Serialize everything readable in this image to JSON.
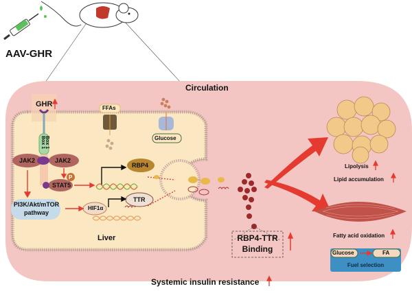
{
  "injection": {
    "label": "AAV-GHR"
  },
  "circulation": {
    "label": "Circulation"
  },
  "liver": {
    "label": "Liver",
    "receptor": {
      "label": "GHR",
      "trend": "up"
    },
    "box_labels": [
      "Box 1",
      "Box 1"
    ],
    "jak_left": "JAK2",
    "jak_right": "JAK2",
    "stat": "STAT5",
    "phospho": "P",
    "pathway_line1": "PI3K/Akt/mTOR",
    "pathway_line2": "pathway",
    "hif": "HIF1α",
    "rbp4": "RBP4",
    "ttr": "TTR",
    "ffas": "FFAs",
    "glucose": "Glucose"
  },
  "binding": {
    "line1": "RBP4-TTR",
    "line2": "Binding",
    "trend": "up"
  },
  "adipose": {
    "effects": [
      {
        "label": "Lipolysis",
        "trend": "up"
      },
      {
        "label": "Lipid accumulation",
        "trend": "up"
      }
    ]
  },
  "muscle": {
    "effects": [
      {
        "label": "Fatty acid oxidation",
        "trend": "up"
      }
    ],
    "fuel": {
      "from": "Glucose",
      "to": "FA",
      "title": "Fuel selection"
    }
  },
  "systemic": {
    "label": "Systemic insulin resistance",
    "trend": "up"
  },
  "colors": {
    "circulation_bg": "#f4c6c3",
    "liver_bg": "#fbe8c2",
    "arrow_red": "#e53a2f",
    "fuel_box": "#3d8fc4",
    "jak": "#b0665f",
    "rbp4": "#b8862f",
    "pathway_box": "#c6dbe9"
  }
}
